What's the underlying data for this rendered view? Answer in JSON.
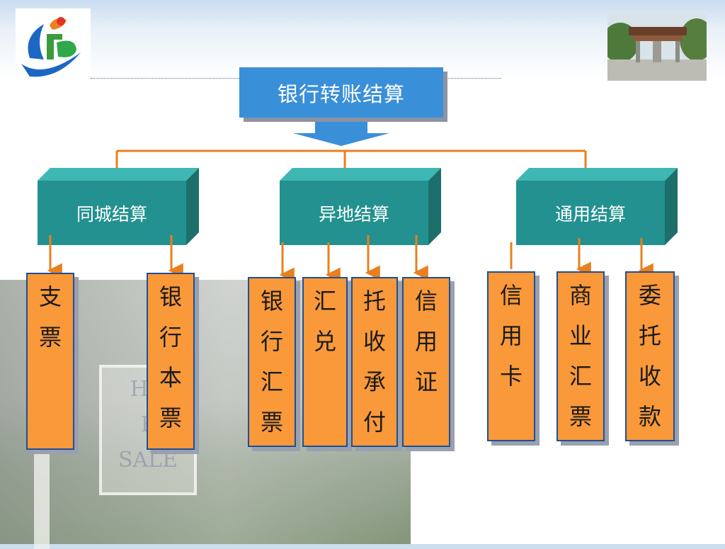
{
  "root": {
    "label": "银行转账结算"
  },
  "categories": [
    {
      "label": "同城结算"
    },
    {
      "label": "异地结算"
    },
    {
      "label": "通用结算"
    }
  ],
  "leaves": [
    {
      "label": "支票"
    },
    {
      "label": "银行本票"
    },
    {
      "label": "银行汇票"
    },
    {
      "label": "汇兑"
    },
    {
      "label": "托收承付"
    },
    {
      "label": "信用证"
    },
    {
      "label": "信用卡"
    },
    {
      "label": "商业汇票"
    },
    {
      "label": "委托收款"
    }
  ],
  "colors": {
    "root_fill": "#3a8fd9",
    "category_fill": "#23918f",
    "leaf_fill": "#f9993a",
    "leaf_border": "#1f4f96",
    "connector": "#e8801e"
  },
  "decor": {
    "logo_icon": "school-logo-icon",
    "photo": "campus-gate-photo",
    "background_photo": "house-for-sale-sign-photo"
  }
}
